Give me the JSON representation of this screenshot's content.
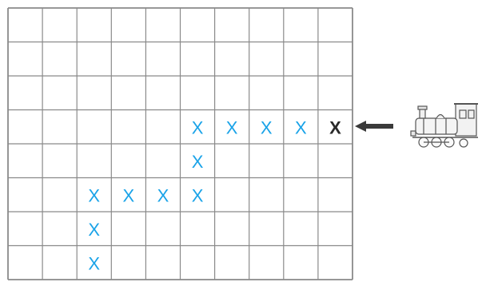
{
  "grid": {
    "rows": 8,
    "cols": 10,
    "line_color": "#8a8a8a",
    "background": "#ffffff"
  },
  "marks": {
    "blue_color": "#1aa3e8",
    "dark_color": "#2a2a2a",
    "symbol": "X",
    "path": [
      {
        "row": 3,
        "col": 5
      },
      {
        "row": 3,
        "col": 6
      },
      {
        "row": 3,
        "col": 7
      },
      {
        "row": 3,
        "col": 8
      },
      {
        "row": 4,
        "col": 5
      },
      {
        "row": 5,
        "col": 2
      },
      {
        "row": 5,
        "col": 3
      },
      {
        "row": 5,
        "col": 4
      },
      {
        "row": 5,
        "col": 5
      },
      {
        "row": 6,
        "col": 2
      },
      {
        "row": 7,
        "col": 2
      }
    ],
    "start": {
      "row": 3,
      "col": 9
    }
  },
  "icons": {
    "arrow": "left-arrow-icon",
    "train": "steam-locomotive-icon"
  }
}
